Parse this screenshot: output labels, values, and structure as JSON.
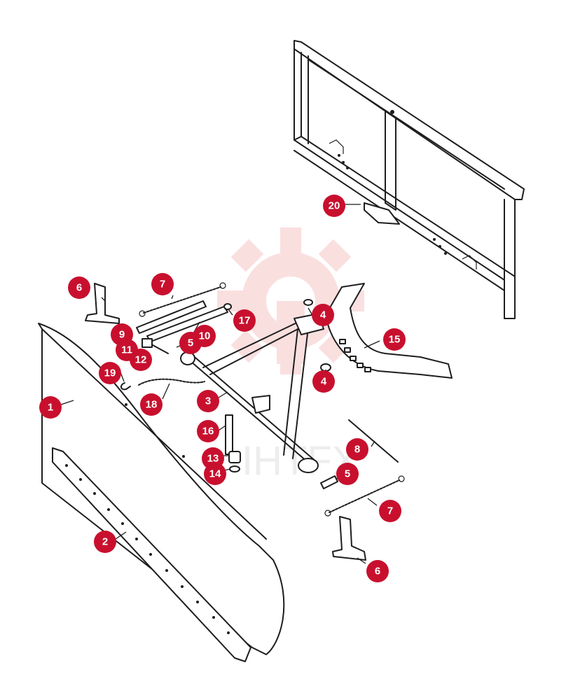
{
  "watermark": {
    "text": "IHTFX",
    "color": "#f2a5a5"
  },
  "callout_color": "#c8102e",
  "callouts": {
    "c1": "1",
    "c2": "2",
    "c3": "3",
    "c4a": "4",
    "c4b": "4",
    "c5a": "5",
    "c5b": "5",
    "c6a": "6",
    "c6b": "6",
    "c7a": "7",
    "c7b": "7",
    "c8": "8",
    "c9": "9",
    "c10": "10",
    "c11": "11",
    "c12": "12",
    "c13": "13",
    "c14": "14",
    "c15": "15",
    "c16": "16",
    "c17": "17",
    "c18": "18",
    "c19": "19",
    "c20": "20"
  }
}
